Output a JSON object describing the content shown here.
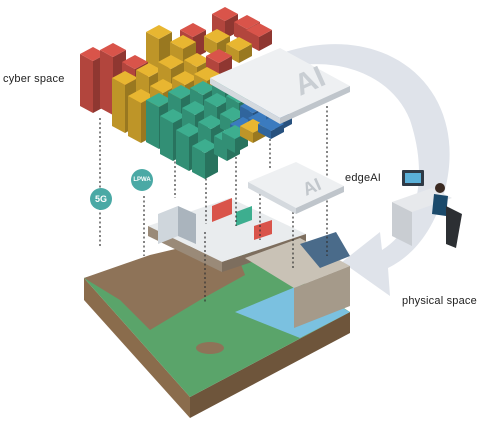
{
  "labels": {
    "cyber_space": "cyber space",
    "edge_ai": "edgeAI",
    "physical_space": "physical space"
  },
  "badges": {
    "fiveg": "5G",
    "lpwa": "LPWA"
  },
  "panels": {
    "ai_large": "AI",
    "ai_small": "AI"
  },
  "colors": {
    "red": "#d9544a",
    "yellow": "#e8b631",
    "green": "#3dae8f",
    "blue": "#3b7bbf",
    "teal_badge": "#4aa9a5",
    "arrow": "#dfe3ea"
  }
}
